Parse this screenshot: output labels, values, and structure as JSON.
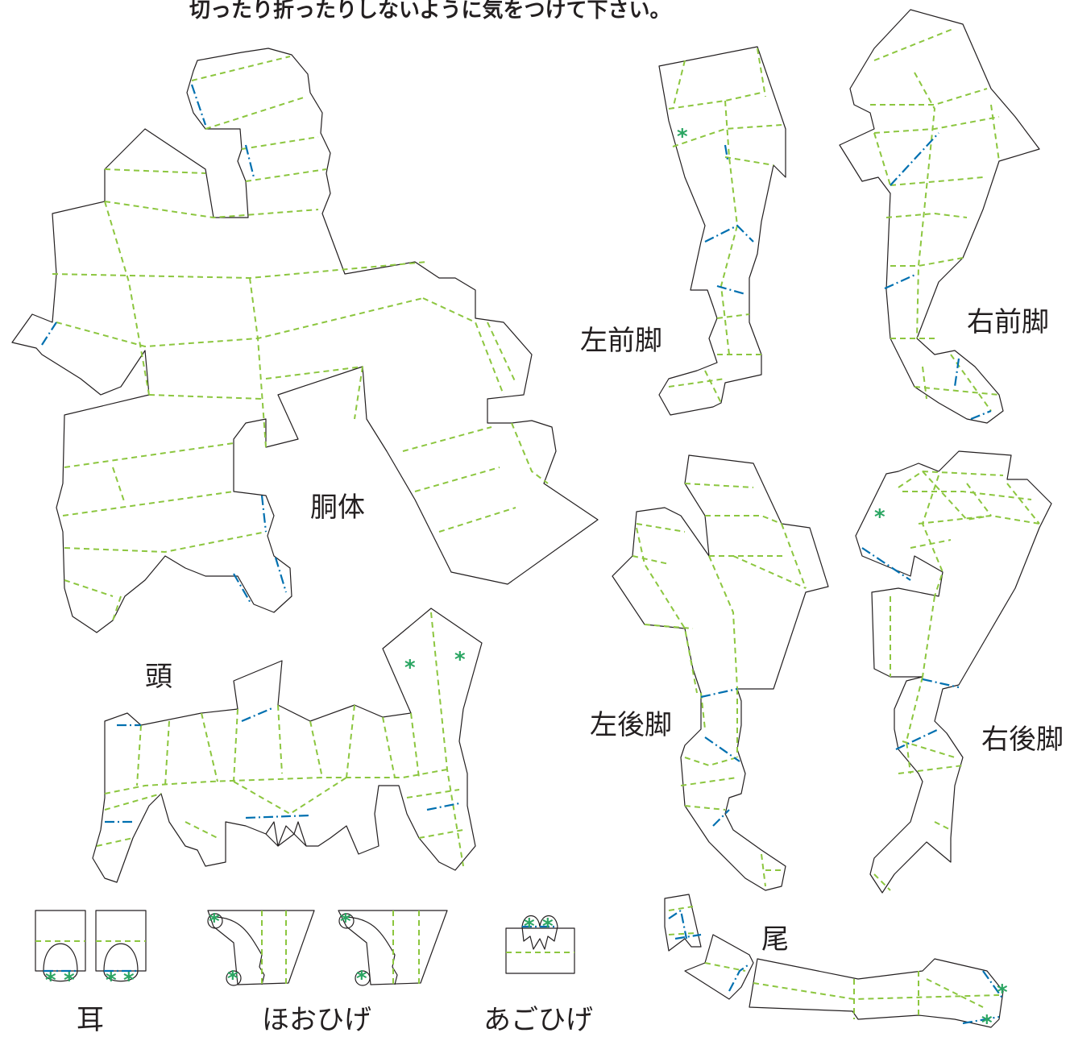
{
  "instruction": "切ったり折ったりしないように気をつけて下さい。",
  "labels": {
    "body": "胴体",
    "head": "頭",
    "left_front_leg": "左前脚",
    "right_front_leg": "右前脚",
    "left_hind_leg": "左後脚",
    "right_hind_leg": "右後脚",
    "tail": "尾",
    "ears": "耳",
    "cheek_whiskers": "ほおひげ",
    "chin_beard": "あごひげ"
  },
  "colors": {
    "cut_line": "#231f20",
    "valley_fold": "#8cc63f",
    "mountain_fold": "#0070b0",
    "glue_mark": "#2aa562"
  },
  "glue_mark_symbol": "*"
}
